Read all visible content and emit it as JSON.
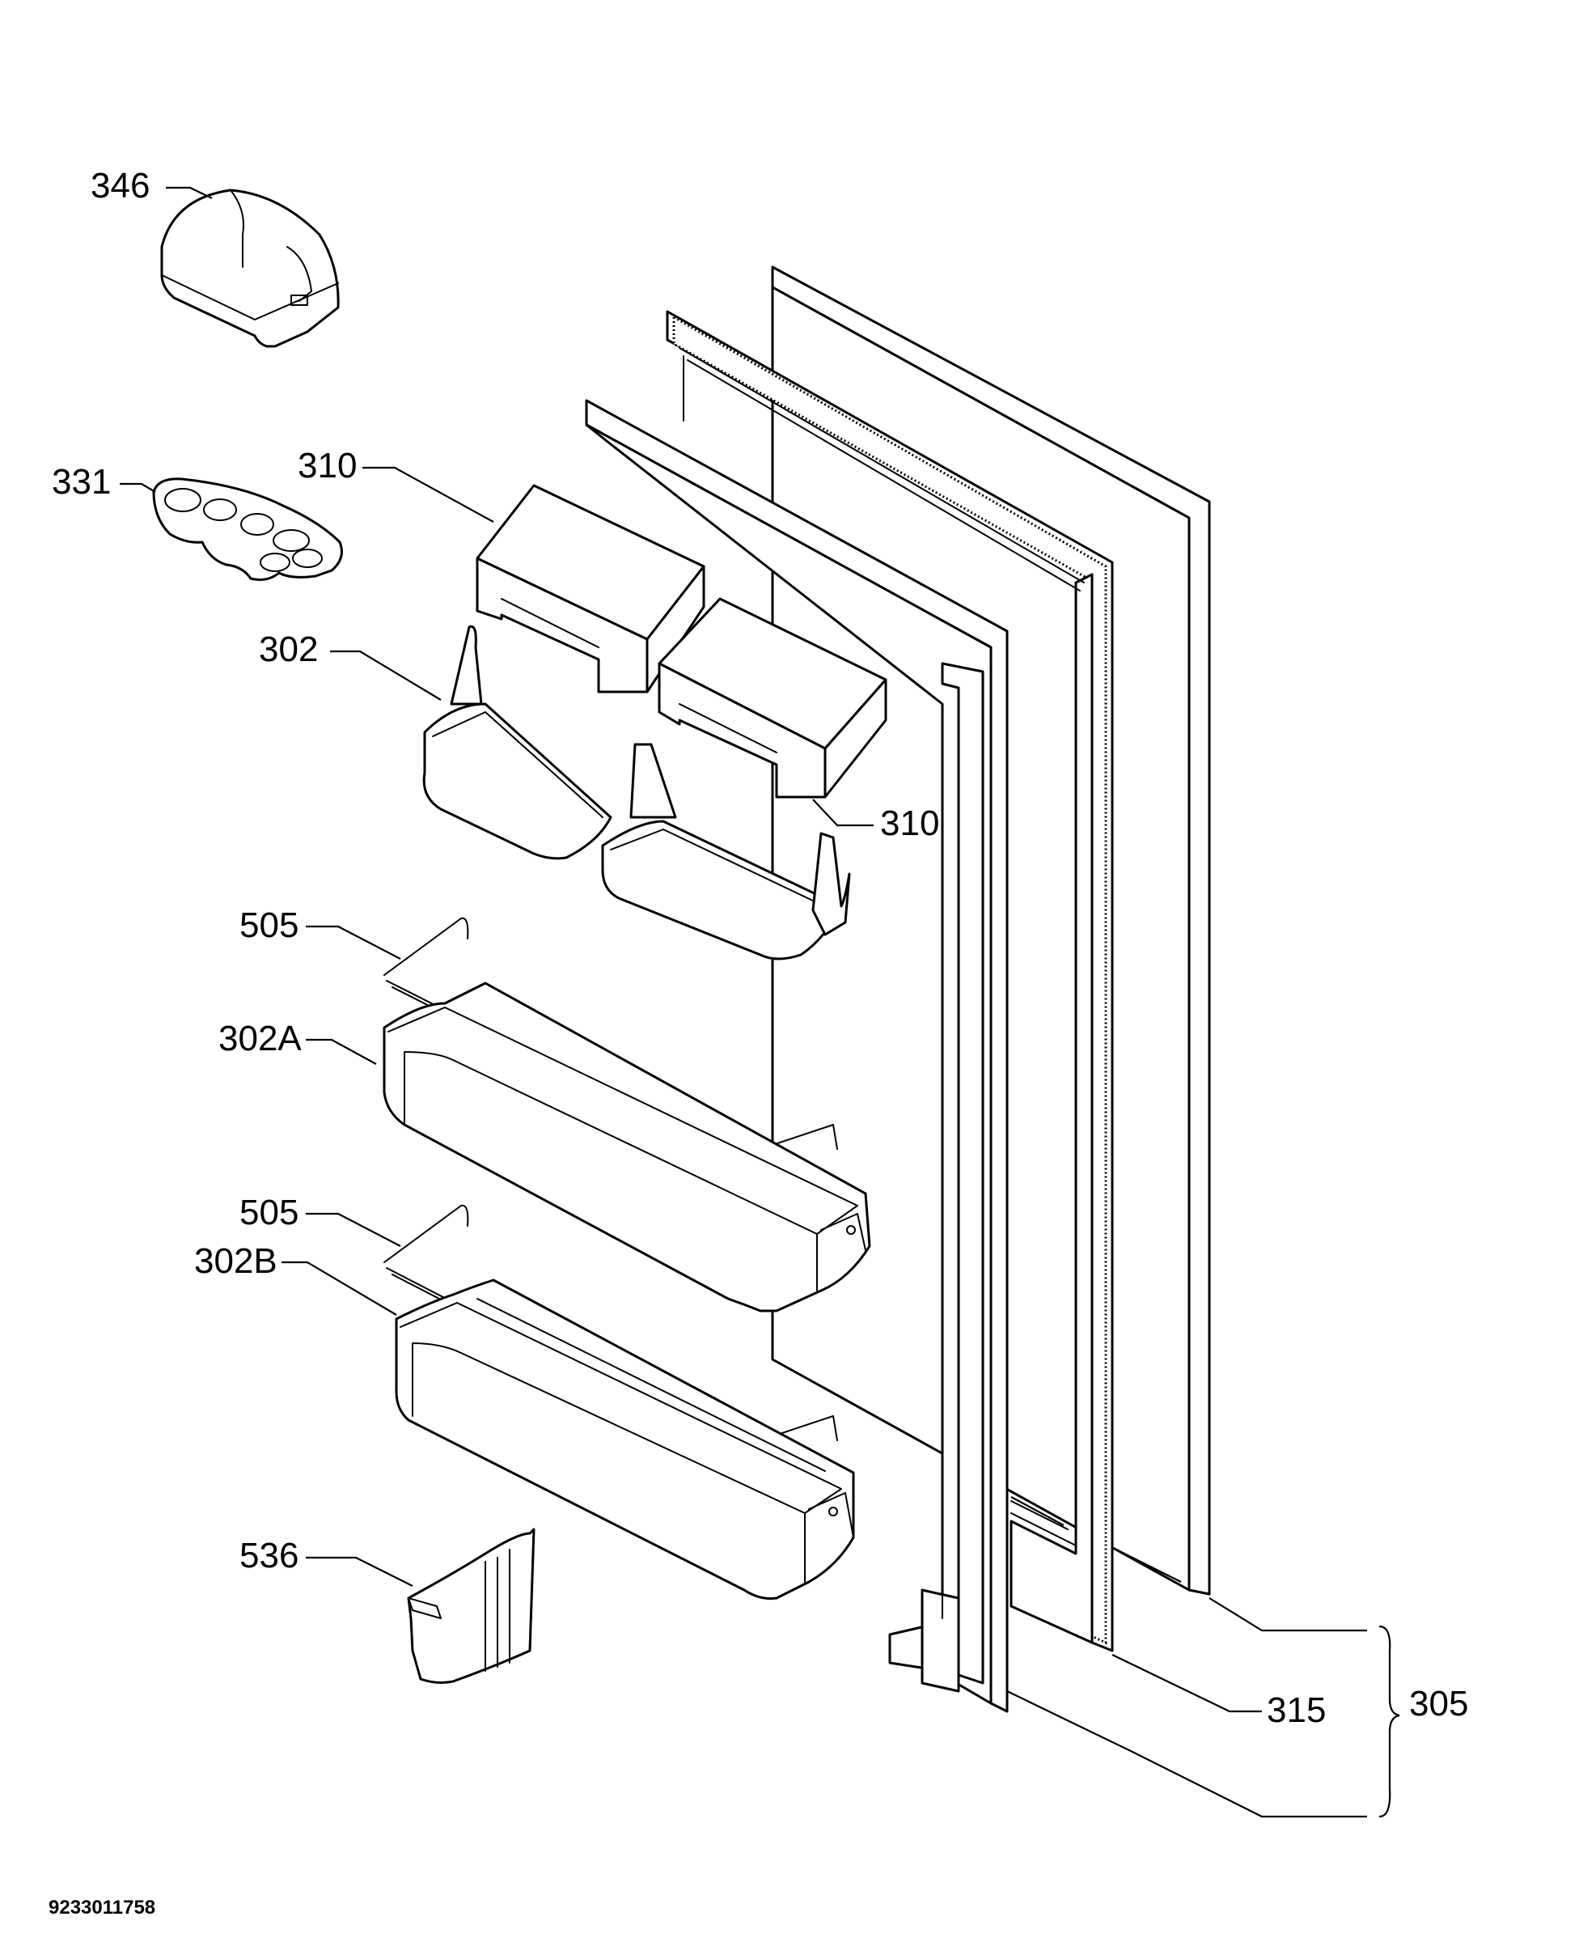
{
  "diagram": {
    "labels": {
      "l346": "346",
      "l331": "331",
      "l310a": "310",
      "l302": "302",
      "l310b": "310",
      "l505a": "505",
      "l302A": "302A",
      "l505b": "505",
      "l302B": "302B",
      "l536": "536",
      "l315": "315",
      "l305": "305"
    },
    "code": "9233011758"
  }
}
